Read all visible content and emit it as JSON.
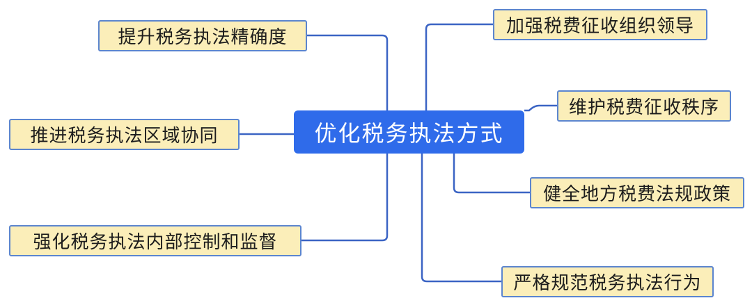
{
  "central_topic": "优化税务执法方式",
  "branches": {
    "left": [
      "提升税务执法精确度",
      "推进税务执法区域协同",
      "强化税务执法内部控制和监督"
    ],
    "right": [
      "加强税费征收组织领导",
      "维护税费征收秩序",
      "健全地方税费法规政策",
      "严格规范税务执法行为"
    ]
  },
  "colors": {
    "central_fill": "#2f6bea",
    "branch_fill": "#fbeeb9",
    "branch_border": "#5b85cf",
    "connector": "#3b64c4"
  }
}
